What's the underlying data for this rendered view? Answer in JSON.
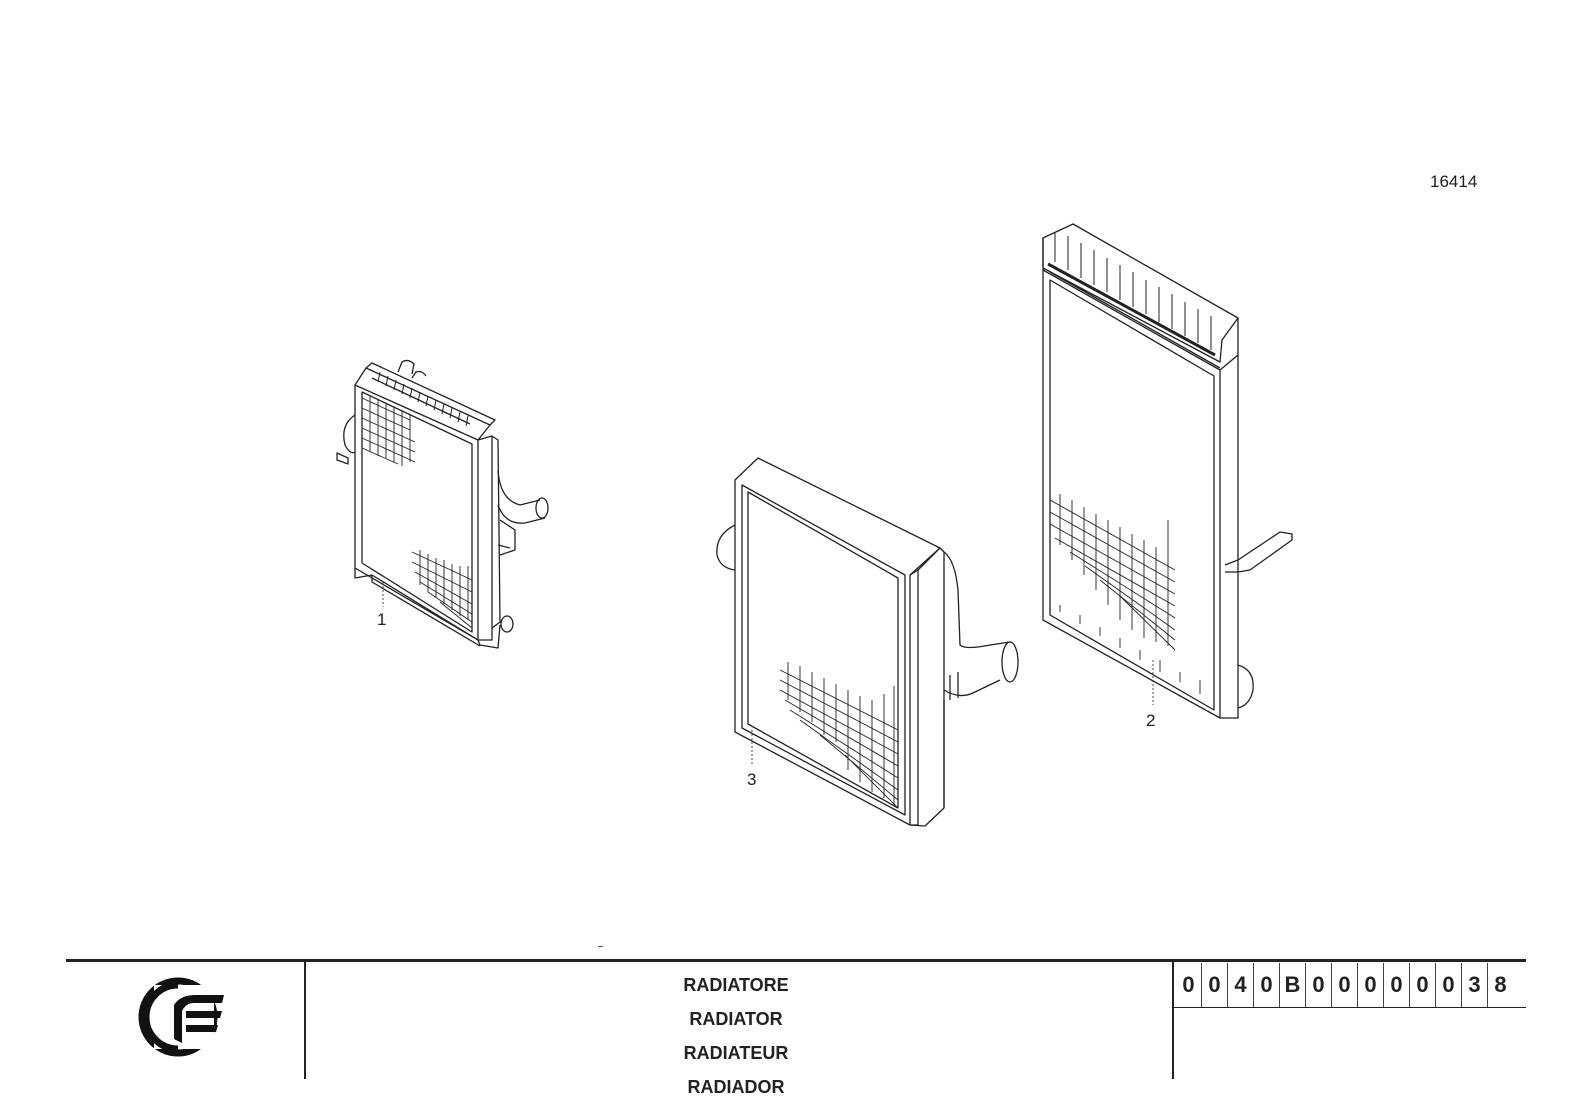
{
  "drawing": {
    "reference_number": "16414",
    "callouts": [
      "1",
      "2",
      "3"
    ]
  },
  "title_block": {
    "titles": [
      "RADIATORE",
      "RADIATOR",
      "RADIATEUR",
      "RADIADOR"
    ],
    "code_chars": [
      "0",
      "0",
      "4",
      "0",
      "B",
      "0",
      "0",
      "0",
      "0",
      "0",
      "0",
      "3",
      "8"
    ]
  }
}
